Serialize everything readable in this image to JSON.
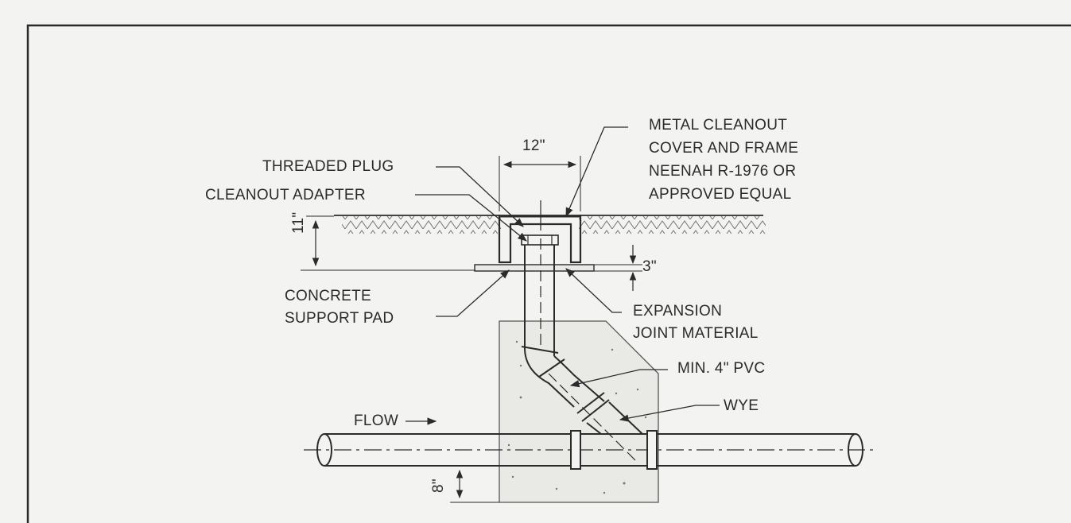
{
  "diagram": {
    "labels": {
      "dim_width": "12\"",
      "threaded_plug": "THREADED PLUG",
      "cleanout_adapter": "CLEANOUT ADAPTER",
      "metal_cover": [
        "METAL CLEANOUT",
        "COVER AND FRAME",
        "NEENAH R-1976 OR",
        "APPROVED EQUAL"
      ],
      "dim_depth": "11\"",
      "dim_pad": "3\"",
      "concrete_pad": [
        "CONCRETE",
        "SUPPORT PAD"
      ],
      "expansion_joint": [
        "EXPANSION",
        "JOINT MATERIAL"
      ],
      "min_pvc": "MIN. 4\" PVC",
      "wye": "WYE",
      "flow": "FLOW",
      "dim_bottom": "8\""
    },
    "colors": {
      "line": "#2b2b2b",
      "background": "#f3f3f1",
      "concrete_fill": "#e9e9e5"
    }
  }
}
